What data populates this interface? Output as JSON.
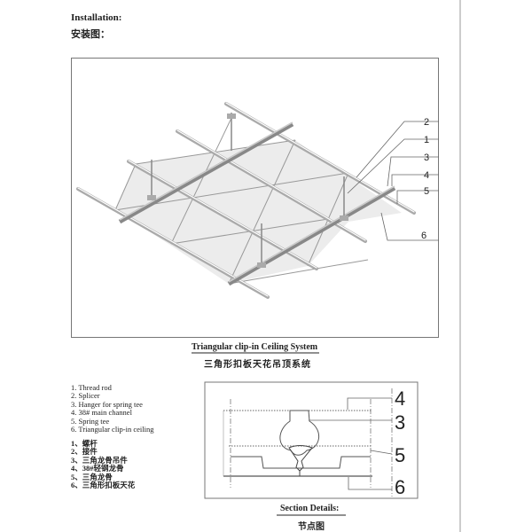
{
  "header": {
    "title_en": "Installation:",
    "title_cn": "安装图："
  },
  "main_diagram": {
    "caption_en": "Triangular clip-in Ceiling System",
    "caption_cn": "三角形扣板天花吊顶系统",
    "callouts": [
      "2",
      "1",
      "3",
      "4",
      "5",
      "6"
    ]
  },
  "legend": {
    "en": [
      "1. Thread rod",
      "2. Splicer",
      "3. Hanger for spring tee",
      "4. 38# main channel",
      "5. Spring tee",
      "6. Triangular clip-in ceiling"
    ],
    "cn": [
      "1、螺杆",
      "2、接件",
      "3、三角龙骨吊件",
      "4、38#轻钢龙骨",
      "5、三角龙骨",
      "6、三角形扣板天花"
    ]
  },
  "section": {
    "callouts": [
      "4",
      "3",
      "5",
      "6"
    ],
    "caption_en": "Section Details:",
    "caption_cn": "节点图"
  }
}
